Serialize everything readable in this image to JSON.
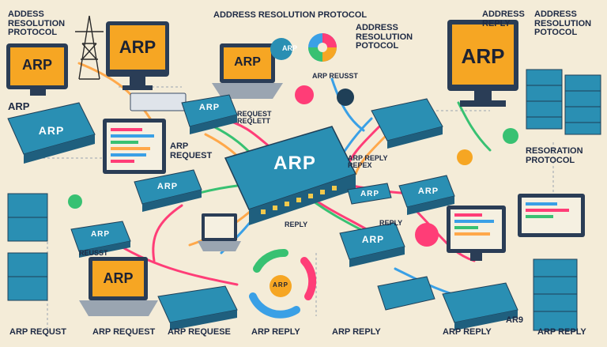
{
  "header": {
    "title": "ADDRESS RESOLUTION PROTOCOL",
    "top_left": "ADDESS\nRESOLUTION\nPROTOCOL",
    "top_mid": "ADDRESS\nRESOLUTION\nPOTOCOL",
    "top_right_a": "ADDRESS\nREPLY",
    "top_right_b": "ADDRESS\nRESOLUTION\nPOTOCOL"
  },
  "devices": {
    "central_switch": "ARP",
    "left_switch": "ARP",
    "cycle_hub": "ARP",
    "mid_router": "ARP",
    "right_router_a": "ARP",
    "right_router_b": "ARP",
    "left_router": "ARP",
    "left_small_router": "ARP",
    "mid_right_small": "ARP"
  },
  "screens": {
    "screen_top_left": "ARP",
    "screen_top_mid": "ARP",
    "screen_top_center": "ARP",
    "screen_top_right": "ARP",
    "screen_bottom_left": "ARP"
  },
  "labels": {
    "arp_left": "ARP",
    "arp_request_mid": "ARP\nREQUEST",
    "request_small": "REQUEST\nREQLETT",
    "arp_reusst": "ARP REUSST",
    "arp_reply_mid": "ARP REPLY\nREPEX",
    "reply_mid": "REPLY",
    "reply_right": "REPLY",
    "resoration": "RESORATION\nPROTOCOL",
    "arp_sub": "ARP",
    "aps_hint": "AR9",
    "reusst_small": "REUSST"
  },
  "bottom_row": [
    "ARP REQUST",
    "ARP REQUEST",
    "ARP REQUESE",
    "ARP REPLY",
    "ARP REPLY",
    "ARP REPLY",
    "AR9",
    "ARP REPLY"
  ],
  "colors": {
    "background": "#f4ecd8",
    "device_teal": "#2a8fb3",
    "device_dark": "#1f5f7e",
    "screen_orange": "#f6a623",
    "cable_pink": "#ff3d77",
    "cable_green": "#38c172",
    "cable_blue": "#3aa0e6",
    "cable_orange": "#ffa84a"
  }
}
